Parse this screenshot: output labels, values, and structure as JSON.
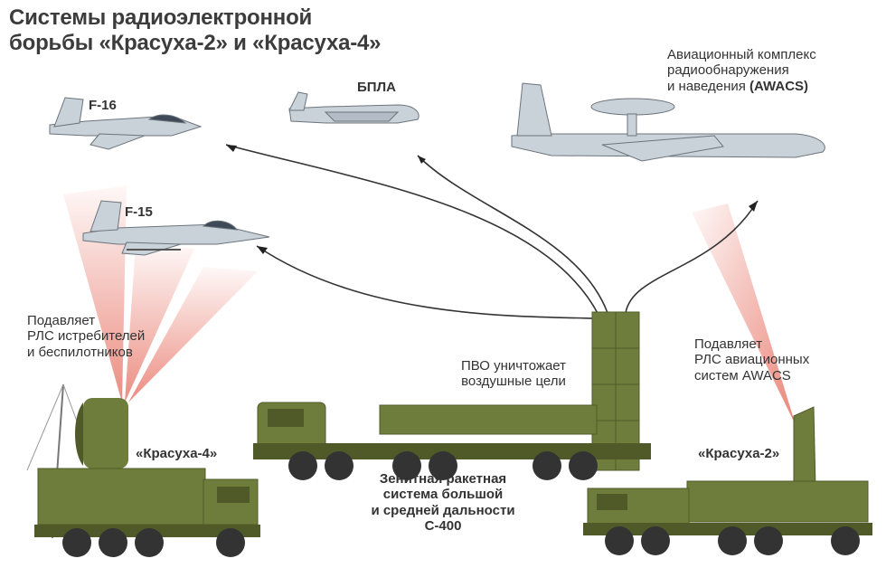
{
  "title": {
    "line1": "Системы радиоэлектронной",
    "line2": "борьбы «Красуха-2» и «Красуха-4»"
  },
  "aircraft": {
    "f16": "F-16",
    "uav": "БПЛА",
    "f15": "F-15",
    "awacs": {
      "line1": "Авиационный комплекс",
      "line2": "радиообнаружения",
      "line3_prefix": "и наведения ",
      "line3_bold": "(AWACS)"
    }
  },
  "notes": {
    "krasukha4_effect": {
      "line1": "Подавляет",
      "line2": "РЛС истребителей",
      "line3": "и беспилотников"
    },
    "s400_effect": {
      "line1": "ПВО уничтожает",
      "line2": "воздушные цели"
    },
    "krasukha2_effect": {
      "line1": "Подавляет",
      "line2": "РЛС авиационных",
      "line3": "систем AWACS"
    }
  },
  "systems": {
    "krasukha4": "«Красуха-4»",
    "krasukha2": "«Красуха-2»",
    "s400": {
      "line1": "Зенитная ракетная",
      "line2": "система большой",
      "line3": "и средней дальности",
      "line4": "С-400"
    }
  },
  "colors": {
    "vehicle_green": "#6f7d3c",
    "vehicle_dark": "#4f5a28",
    "aircraft_gray": "#c9d1d9",
    "beam_red": "#e8786a",
    "trail": "#333333"
  }
}
